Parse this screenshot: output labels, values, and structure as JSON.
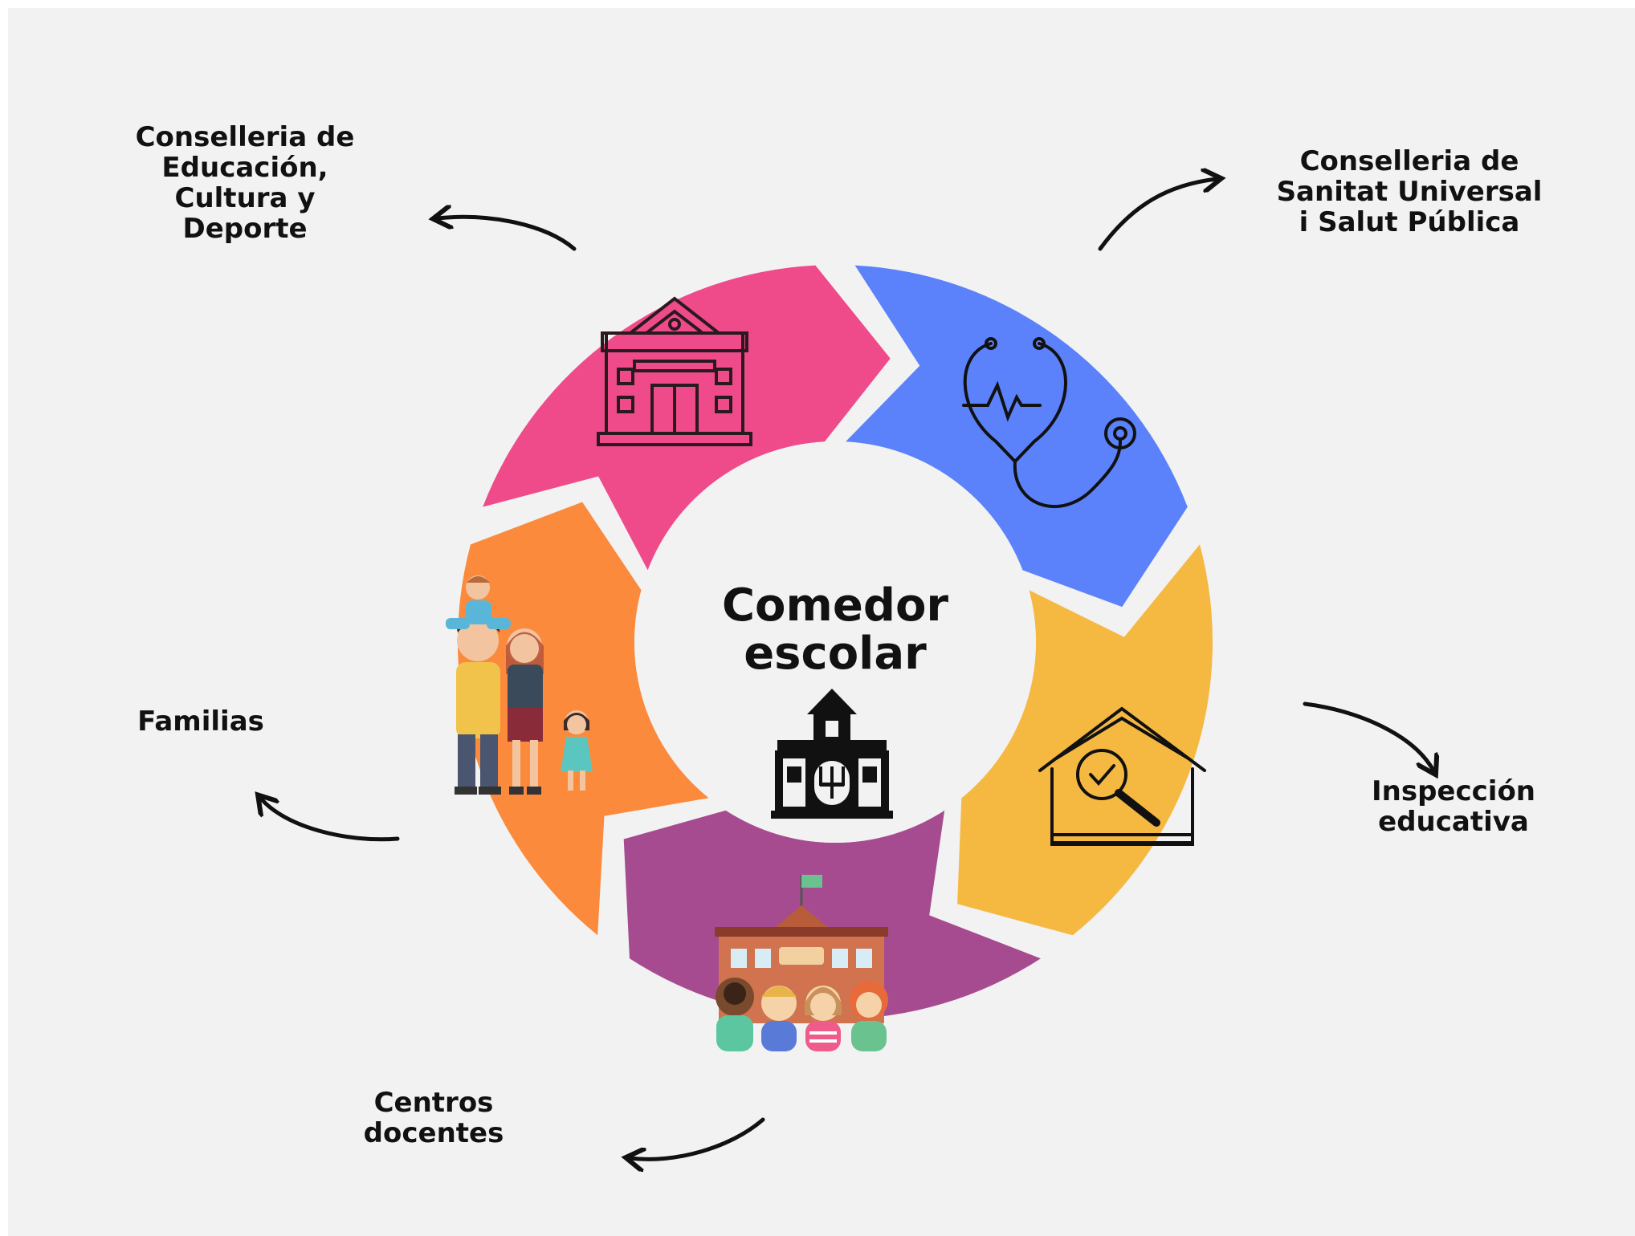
{
  "center": {
    "title": "Comedor\nescolar",
    "icon": "restaurant-building-icon"
  },
  "segments": [
    {
      "id": "educacion",
      "color": "#ef4b8a",
      "icon": "school-building-icon",
      "label": "Conselleria de\nEducación,\nCultura y\nDeporte"
    },
    {
      "id": "sanitat",
      "color": "#5b82fa",
      "icon": "stethoscope-icon",
      "label": "Conselleria de\nSanitat Universal\ni Salut Pública"
    },
    {
      "id": "inspeccion",
      "color": "#f5b942",
      "icon": "house-inspection-icon",
      "label": "Inspección\neducativa"
    },
    {
      "id": "centros",
      "color": "#a74b90",
      "icon": "school-children-icon",
      "label": "Centros\ndocentes"
    },
    {
      "id": "familias",
      "color": "#fb8a3c",
      "icon": "family-icon",
      "label": "Familias"
    }
  ],
  "colors": {
    "background": "#f2f2f2",
    "text": "#111111",
    "center_fill": "#f2f2f2"
  }
}
